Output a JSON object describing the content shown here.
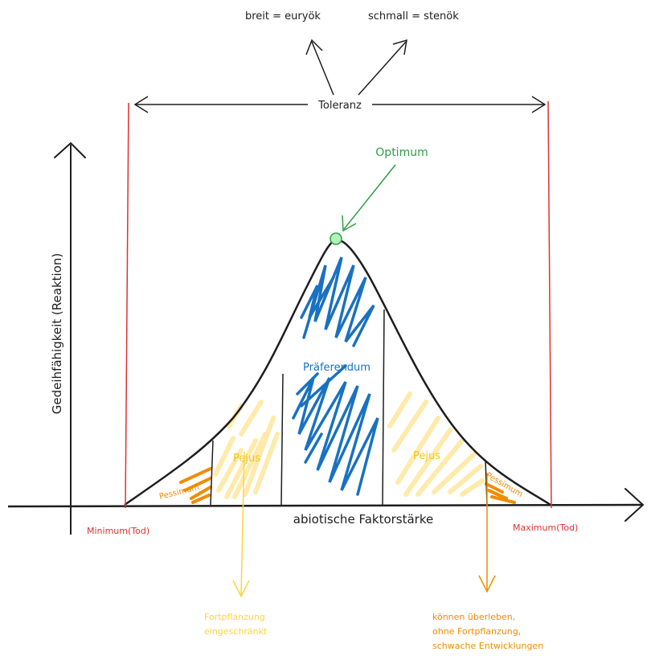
{
  "labels": {
    "breit": "breit = euryök",
    "schmall": "schmall = stenök",
    "toleranz": "Toleranz",
    "optimum": "Optimum",
    "y_axis": "Gedeihfähigkeit (Reaktion)",
    "x_axis": "abiotische Faktorstärke",
    "minimum": "Minimum(Tod)",
    "maximum": "Maximum(Tod)",
    "praeferendum": "Präferendum",
    "pejus_left": "Pejus",
    "pejus_right": "Pejus",
    "pessimum_left": "Pessimum",
    "pessimum_right": "Pessimum",
    "fortpflanzung_line1": "Fortpflanzung",
    "fortpflanzung_line2": "eingeschränkt",
    "ueberleben_line1": "können überleben,",
    "ueberleben_line2": "ohne Fortpflanzung,",
    "ueberleben_line3": "schwache Entwicklungen"
  },
  "colors": {
    "ink": "#1e1e1e",
    "red": "#e03131",
    "green": "#2f9e44",
    "blue": "#1971c2",
    "yellow": "#ffd43b",
    "orange": "#f08c00"
  }
}
